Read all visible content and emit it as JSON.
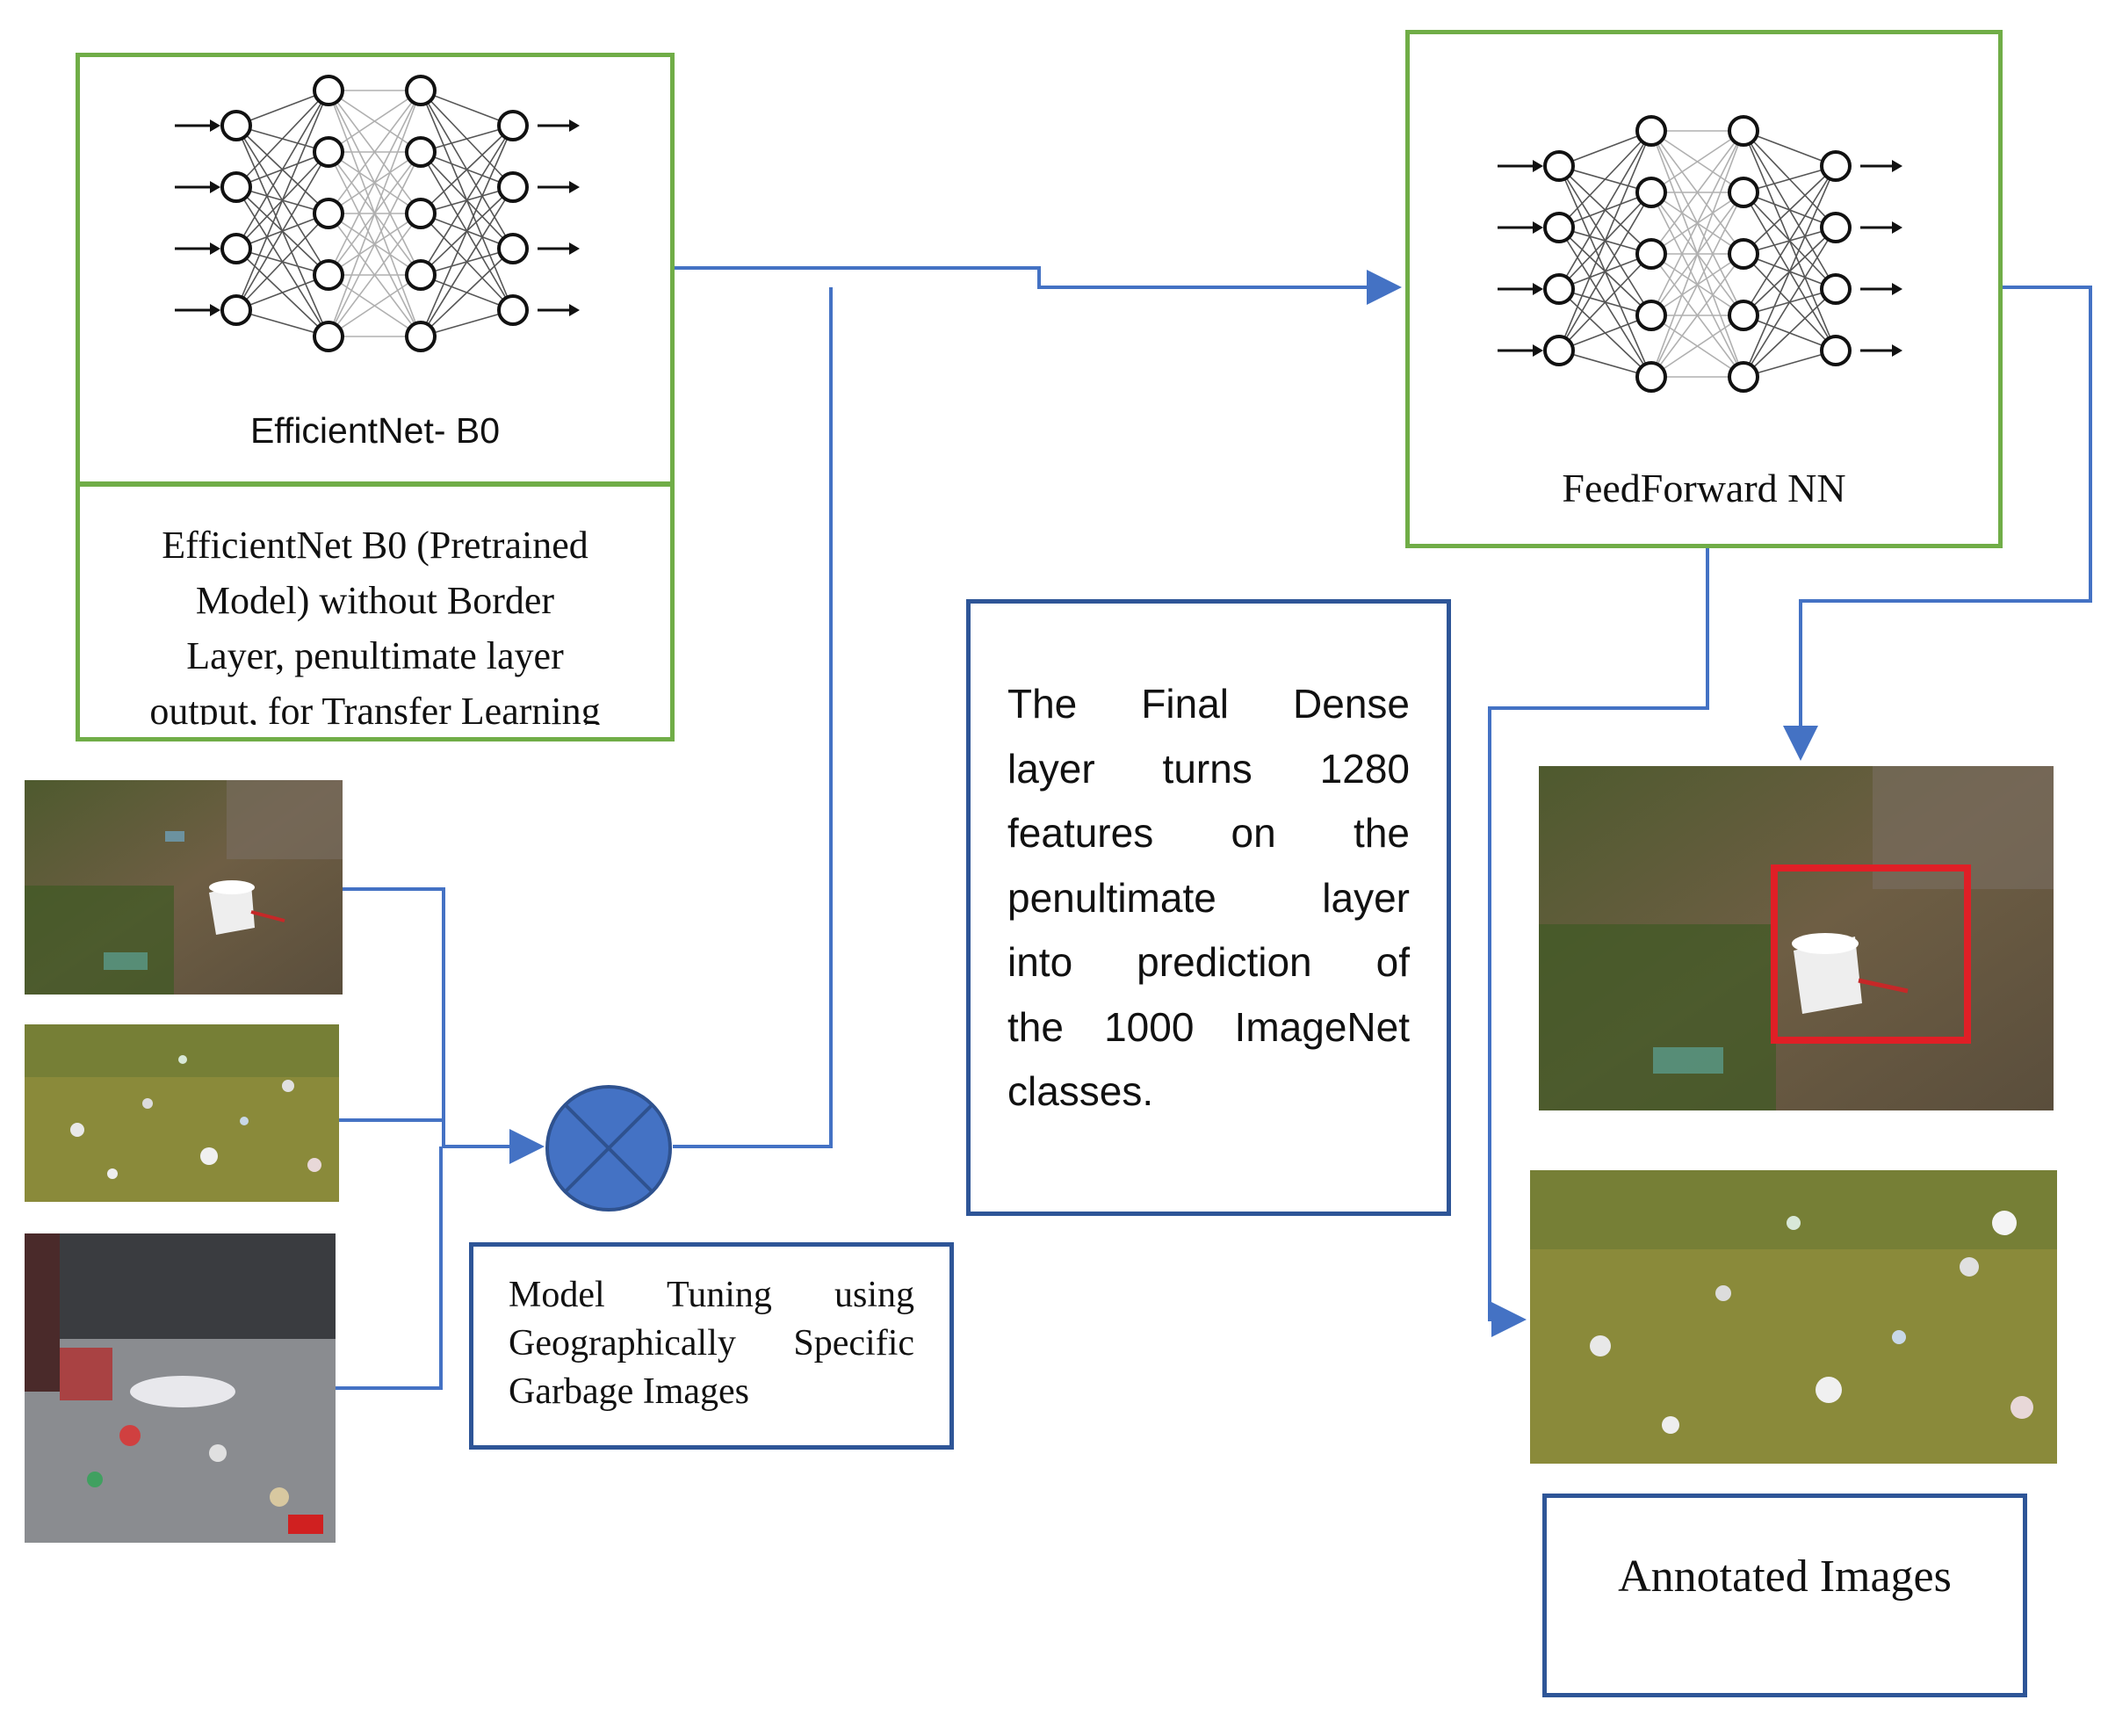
{
  "efficientnet": {
    "label": "EfficientNet- B0",
    "description_lines": [
      "EfficientNet B0 (Pretrained",
      "Model) without Border",
      "Layer, penultimate layer",
      "output, for Transfer Learning"
    ]
  },
  "feedforward": {
    "label": "FeedForward NN"
  },
  "dense_note": {
    "lines": [
      "The Final Dense",
      "layer turns 1280",
      "features on the",
      "penultimate layer",
      "into prediction of",
      "the 1000 ImageNet",
      "classes."
    ]
  },
  "tuning": {
    "lines": [
      "Model Tuning using",
      "Geographically Specific",
      "Garbage Images"
    ]
  },
  "annotated": {
    "label": "Annotated Images"
  },
  "colors": {
    "green_border": "#70ad47",
    "blue_border": "#2e5597",
    "connector": "#4472c4",
    "operator_fill": "#4472c4",
    "annotation_box": "#e01f26"
  },
  "icons": {
    "operator": "multiply-circle-icon",
    "network": "neural-network-icon"
  }
}
